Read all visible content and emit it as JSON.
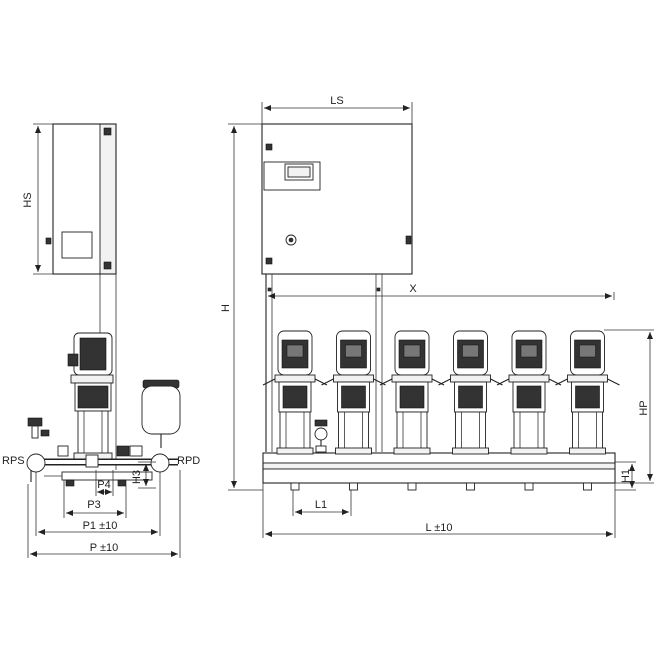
{
  "labels": {
    "HS": "HS",
    "LS": "LS",
    "H": "H",
    "X": "X",
    "HP": "HP",
    "H1": "H1",
    "H3": "H3",
    "L1": "L1",
    "L": "L ±10",
    "P": "P ±10",
    "P1": "P1 ±10",
    "P3": "P3",
    "P4": "P4",
    "RPS": "RPS",
    "RPD": "RPD"
  },
  "pump_count": 6
}
